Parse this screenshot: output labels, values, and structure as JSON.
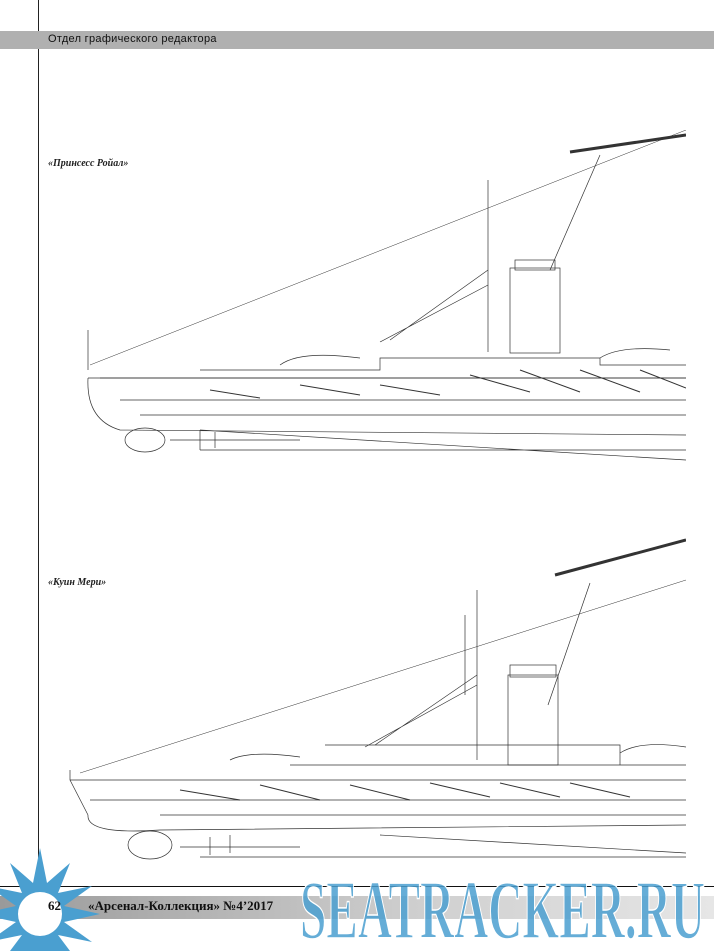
{
  "header": {
    "section": "Отдел графического редактора"
  },
  "drawings": [
    {
      "caption": "«Принсесс Ройал»"
    },
    {
      "caption": "«Куин Мери»"
    }
  ],
  "footer": {
    "page_number": "62",
    "magazine": "«Арсенал-Коллекция» №4’2017"
  },
  "watermark": {
    "text": "SEATRACKER.RU",
    "color": "#4a9fd0"
  }
}
